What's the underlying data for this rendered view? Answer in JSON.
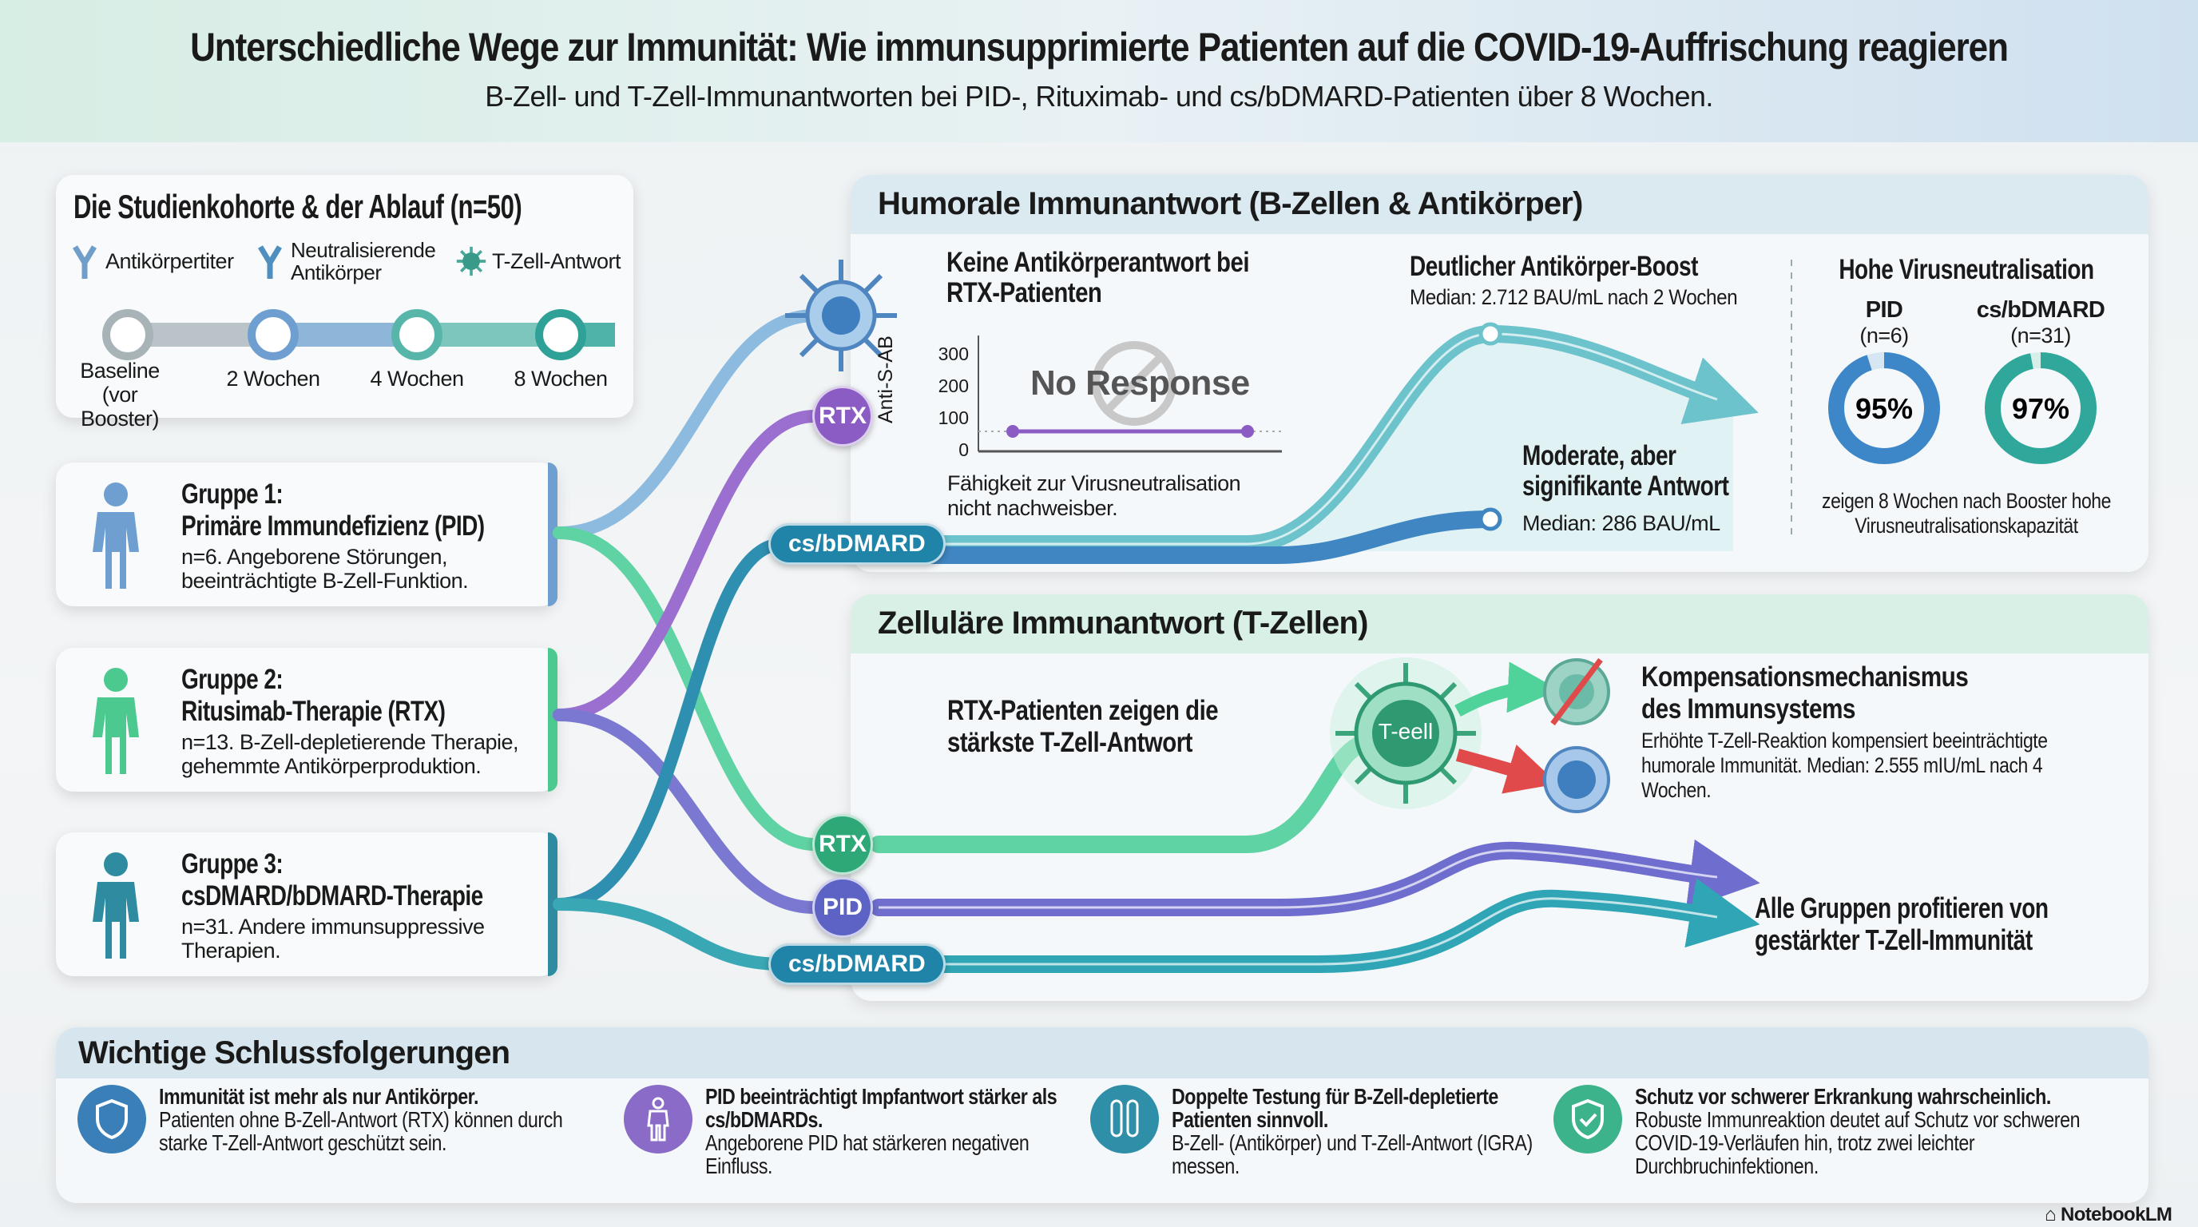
{
  "header": {
    "title": "Unterschiedliche Wege zur Immunität: Wie immunsupprimierte Patienten auf die COVID-19-Auffrischung reagieren",
    "subtitle": "B-Zell- und T-Zell-Immunantworten bei PID-, Rituximab- und cs/bDMARD-Patienten über 8 Wochen."
  },
  "cohort": {
    "title": "Die Studienkohorte & der Ablauf (n=50)",
    "legend": [
      {
        "icon": "antibody-icon",
        "label": "Antikörpertiter"
      },
      {
        "icon": "neutralizing-antibody-icon",
        "label": "Neutralisierende Antikörper"
      },
      {
        "icon": "t-cell-icon",
        "label": "T-Zell-Antwort"
      }
    ],
    "timeline": [
      "Baseline (vor Booster)",
      "2 Wochen",
      "4 Wochen",
      "8 Wochen"
    ]
  },
  "groups": [
    {
      "title": "Gruppe 1:",
      "name": "Primäre Immundefizienz (PID)",
      "desc": "n=6. Angeborene Störungen, beeinträchtigte B-Zell-Funktion.",
      "color": "#6f9fd0"
    },
    {
      "title": "Gruppe 2:",
      "name": "Ritusimab-Therapie (RTX)",
      "desc": "n=13. B-Zell-depletierende Therapie, gehemmte Antikörperproduktion.",
      "color": "#4cc98f"
    },
    {
      "title": "Gruppe 3:",
      "name": "csDMARD/bDMARD-Therapie",
      "desc": "n=31. Andere immunsuppressive Therapien.",
      "color": "#2f8ca0"
    }
  ],
  "badges": {
    "rtx": "RTX",
    "pid": "PID",
    "csb": "cs/bDMARD"
  },
  "humoral": {
    "title": "Humorale Immunantwort (B-Zellen & Antikörper)",
    "no_response": {
      "heading": "Keine Antikörperantwort bei RTX-Patienten",
      "ylabel": "Anti-S-AB",
      "yticks": [
        "300",
        "200",
        "100",
        "0"
      ],
      "overlay": "No Response",
      "caption": "Fähigkeit zur Virusneutralisation nicht nachweisber."
    },
    "boost": {
      "heading": "Deutlicher Antikörper-Boost",
      "median": "Median: 2.712 BAU/mL nach 2 Wochen"
    },
    "moderate": {
      "heading": "Moderate, aber signifikante Antwort",
      "median": "Median: 286 BAU/mL"
    },
    "neutralisation": {
      "heading": "Hohe Virusneutralisation",
      "items": [
        {
          "label": "PID",
          "n": "(n=6)",
          "value": "95%",
          "fraction": 0.95,
          "color": "#3d86c8"
        },
        {
          "label": "cs/bDMARD",
          "n": "(n=31)",
          "value": "97%",
          "fraction": 0.97,
          "color": "#2fa79b"
        }
      ],
      "caption": "zeigen 8 Wochen nach Booster hohe Virusneutralisationskapazität"
    }
  },
  "cellular": {
    "title": "Zelluläre Immunantwort (T-Zellen)",
    "rtx_text": "RTX-Patienten zeigen die stärkste T-Zell-Antwort",
    "tcell_label": "T-eell",
    "comp_heading": "Kompensationsmechanismus des Immunsystems",
    "comp_text": "Erhöhte T-Zell-Reaktion kompensiert beeinträchtigte humorale Immunität. Median: 2.555 mIU/mL nach 4 Wochen.",
    "all_groups": "Alle Gruppen profitieren von gestärkter T-Zell-Immunität"
  },
  "conclusions": {
    "title": "Wichtige Schlussfolgerungen",
    "items": [
      {
        "icon": "shield-icon",
        "heading": "Immunität ist mehr als nur Antikörper.",
        "text": "Patienten ohne B-Zell-Antwort (RTX) können durch starke T-Zell-Antwort geschützt sein.",
        "color": "#3a7fb8"
      },
      {
        "icon": "person-icon",
        "heading": "PID beeinträchtigt Impfantwort stärker als cs/bDMARDs.",
        "text": "Angeborene PID hat stärkeren negativen Einfluss.",
        "color": "#8a6cc8"
      },
      {
        "icon": "test-tubes-icon",
        "heading": "Doppelte Testung für B-Zell-depletierte Patienten sinnvoll.",
        "text": "B-Zell- (Antikörper) und T-Zell-Antwort (IGRA) messen.",
        "color": "#2f8fa8"
      },
      {
        "icon": "shield-check-icon",
        "heading": "Schutz vor schwerer Erkrankung wahrscheinlich.",
        "text": "Robuste Immunreaktion deutet auf Schutz vor schweren COVID-19-Verläufen hin, trotz zwei leichter Durchbruchinfektionen.",
        "color": "#3cb38a"
      }
    ]
  },
  "branding": "NotebookLM"
}
